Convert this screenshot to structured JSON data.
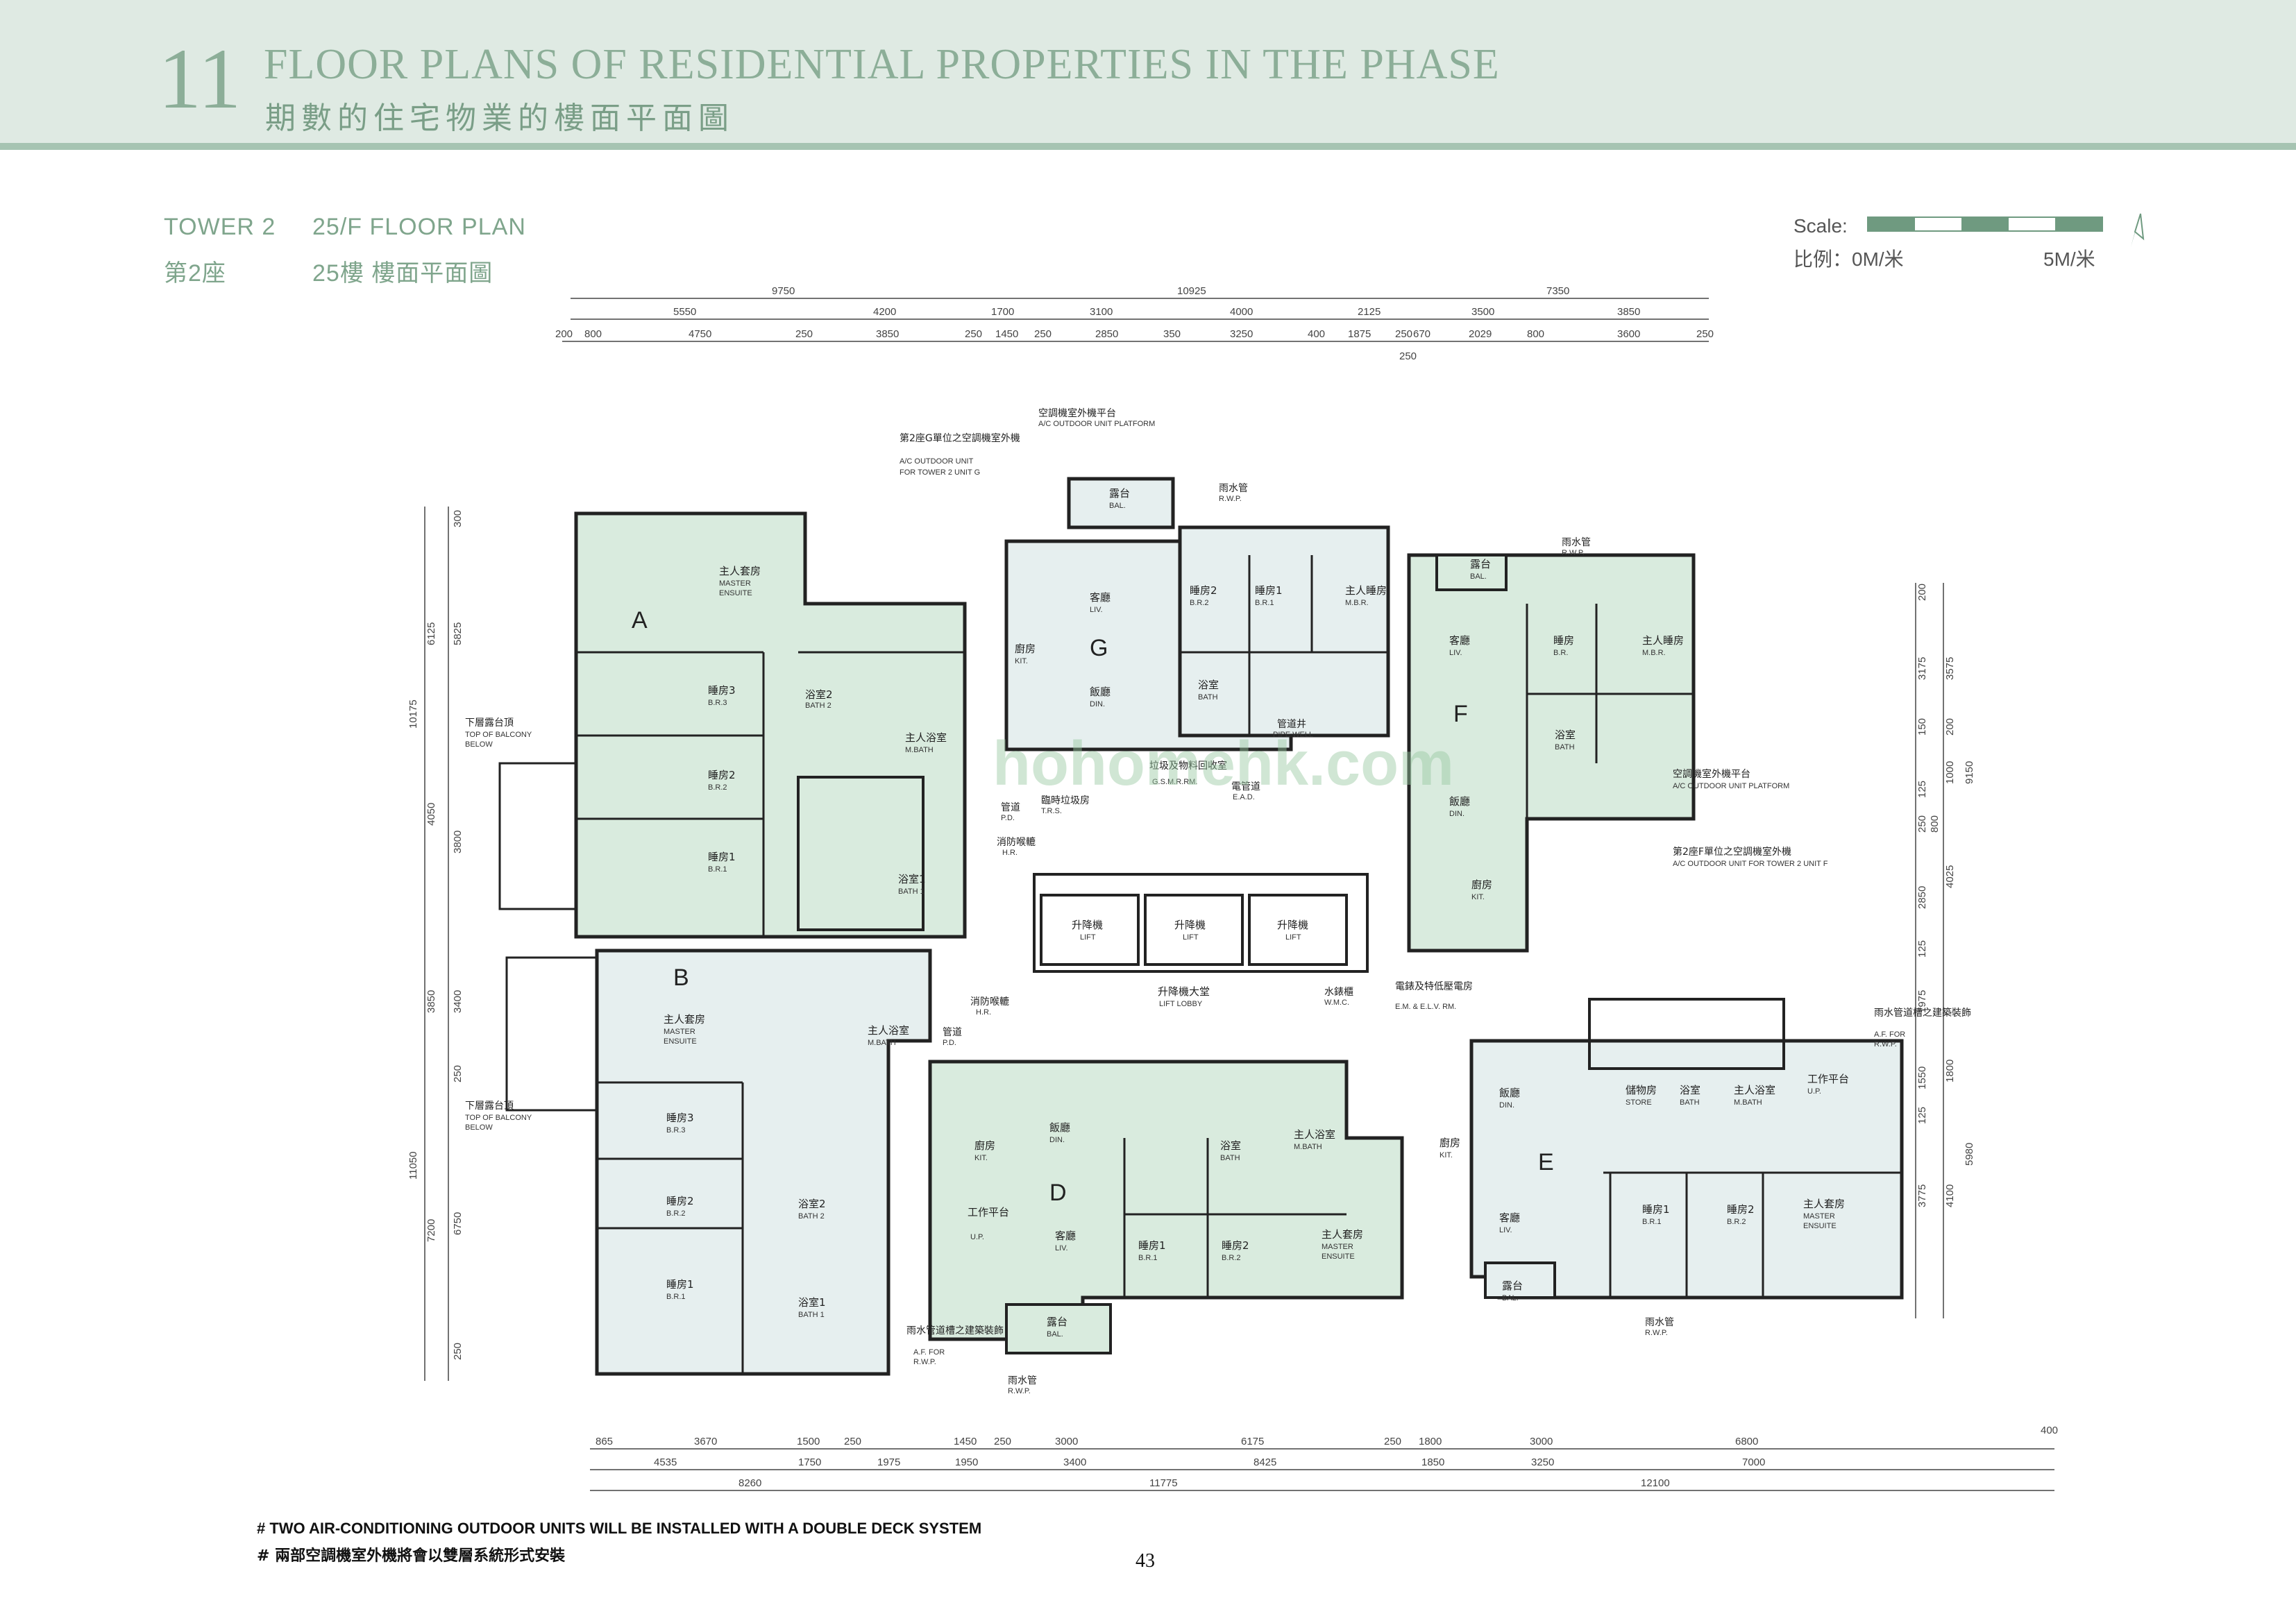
{
  "header": {
    "section_number": "11",
    "title_en": "FLOOR PLANS OF RESIDENTIAL PROPERTIES IN THE PHASE",
    "title_zh": "期數的住宅物業的樓面平面圖"
  },
  "plan_title": {
    "tower_en": "TOWER 2",
    "floor_en": "25/F FLOOR PLAN",
    "tower_zh": "第2座",
    "floor_zh": "25樓 樓面平面圖"
  },
  "scale": {
    "label_en": "Scale:",
    "label_zh": "比例：0M/米",
    "end_label": "5M/米"
  },
  "top_dimensions": {
    "row1": [
      "9750",
      "10925",
      "7350"
    ],
    "row2": [
      "5550",
      "4200",
      "1700",
      "3100",
      "4000",
      "2125",
      "3500",
      "3850"
    ],
    "row3": [
      "200",
      "800",
      "4750",
      "250",
      "3850",
      "250",
      "1450",
      "250",
      "2850",
      "350",
      "3250",
      "400",
      "1875",
      "250",
      "670",
      "2029",
      "800",
      "3600",
      "250"
    ],
    "extra": "250"
  },
  "bottom_dimensions": {
    "row1": [
      "865",
      "3670",
      "1500",
      "250",
      "1450",
      "250",
      "3000",
      "6175",
      "250",
      "1800",
      "3000",
      "6800",
      "400"
    ],
    "row2": [
      "4535",
      "1750",
      "1975",
      "1950",
      "3400",
      "8425",
      "1850",
      "3250",
      "7000"
    ],
    "row3": [
      "8260",
      "11775",
      "12100"
    ]
  },
  "left_dimensions": [
    "300",
    "6125",
    "5825",
    "10175",
    "4050",
    "3800",
    "3850",
    "3400",
    "250",
    "11050",
    "7200",
    "6750",
    "250"
  ],
  "right_dimensions": [
    "200",
    "3175",
    "3575",
    "150",
    "200",
    "125",
    "1000",
    "9150",
    "250",
    "800",
    "4025",
    "2850",
    "125",
    "1975",
    "1800",
    "1550",
    "125",
    "5980",
    "3775",
    "4100"
  ],
  "units": [
    {
      "id": "A",
      "label": "A"
    },
    {
      "id": "B",
      "label": "B"
    },
    {
      "id": "D",
      "label": "D"
    },
    {
      "id": "E",
      "label": "E"
    },
    {
      "id": "F",
      "label": "F"
    },
    {
      "id": "G",
      "label": "G"
    }
  ],
  "rooms": {
    "a_master": {
      "zh": "主人套房",
      "en1": "MASTER",
      "en2": "ENSUITE"
    },
    "a_br3": {
      "zh": "睡房3",
      "en1": "B.R.3"
    },
    "a_br2": {
      "zh": "睡房2",
      "en1": "B.R.2"
    },
    "a_br1": {
      "zh": "睡房1",
      "en1": "B.R.1"
    },
    "a_bath2": {
      "zh": "浴室2",
      "en1": "BATH 2"
    },
    "a_mbath": {
      "zh": "主人浴室",
      "en1": "M.BATH"
    },
    "a_bath1": {
      "zh": "浴室1",
      "en1": "BATH 1"
    },
    "b_master": {
      "zh": "主人套房",
      "en1": "MASTER",
      "en2": "ENSUITE"
    },
    "b_br3": {
      "zh": "睡房3",
      "en1": "B.R.3"
    },
    "b_br2": {
      "zh": "睡房2",
      "en1": "B.R.2"
    },
    "b_br1": {
      "zh": "睡房1",
      "en1": "B.R.1"
    },
    "b_bath2": {
      "zh": "浴室2",
      "en1": "BATH 2"
    },
    "b_bath1": {
      "zh": "浴室1",
      "en1": "BATH 1"
    },
    "b_mbath": {
      "zh": "主人浴室",
      "en1": "M.BATH"
    },
    "g_liv": {
      "zh": "客廳",
      "en1": "LIV."
    },
    "g_din": {
      "zh": "飯廳",
      "en1": "DIN."
    },
    "g_kit": {
      "zh": "廚房",
      "en1": "KIT."
    },
    "g_bal": {
      "zh": "露台",
      "en1": "BAL."
    },
    "g_br2": {
      "zh": "睡房2",
      "en1": "B.R.2"
    },
    "g_br1": {
      "zh": "睡房1",
      "en1": "B.R.1"
    },
    "g_mbr": {
      "zh": "主人睡房",
      "en1": "M.B.R."
    },
    "g_bath": {
      "zh": "浴室",
      "en1": "BATH"
    },
    "f_liv": {
      "zh": "客廳",
      "en1": "LIV."
    },
    "f_din": {
      "zh": "飯廳",
      "en1": "DIN."
    },
    "f_kit": {
      "zh": "廚房",
      "en1": "KIT."
    },
    "f_bal": {
      "zh": "露台",
      "en1": "BAL."
    },
    "f_br": {
      "zh": "睡房",
      "en1": "B.R."
    },
    "f_mbr": {
      "zh": "主人睡房",
      "en1": "M.B.R."
    },
    "f_bath": {
      "zh": "浴室",
      "en1": "BATH"
    },
    "d_din": {
      "zh": "飯廳",
      "en1": "DIN."
    },
    "d_kit": {
      "zh": "廚房",
      "en1": "KIT."
    },
    "d_liv": {
      "zh": "客廳",
      "en1": "LIV."
    },
    "d_br1": {
      "zh": "睡房1",
      "en1": "B.R.1"
    },
    "d_br2": {
      "zh": "睡房2",
      "en1": "B.R.2"
    },
    "d_master": {
      "zh": "主人套房",
      "en1": "MASTER",
      "en2": "ENSUITE"
    },
    "d_mbath": {
      "zh": "主人浴室",
      "en1": "M.BATH"
    },
    "d_bath": {
      "zh": "浴室",
      "en1": "BATH"
    },
    "d_bal": {
      "zh": "露台",
      "en1": "BAL."
    },
    "d_up": {
      "zh": "工作平台",
      "en1": "U.P."
    },
    "e_din": {
      "zh": "飯廳",
      "en1": "DIN."
    },
    "e_liv": {
      "zh": "客廳",
      "en1": "LIV."
    },
    "e_kit": {
      "zh": "廚房",
      "en1": "KIT."
    },
    "e_store": {
      "zh": "儲物房",
      "en1": "STORE"
    },
    "e_bath": {
      "zh": "浴室",
      "en1": "BATH"
    },
    "e_mbath": {
      "zh": "主人浴室",
      "en1": "M.BATH"
    },
    "e_up": {
      "zh": "工作平台",
      "en1": "U.P."
    },
    "e_br1": {
      "zh": "睡房1",
      "en1": "B.R.1"
    },
    "e_br2": {
      "zh": "睡房2",
      "en1": "B.R.2"
    },
    "e_master": {
      "zh": "主人套房",
      "en1": "MASTER",
      "en2": "ENSUITE"
    },
    "e_bal": {
      "zh": "露台",
      "en1": "BAL."
    }
  },
  "core": {
    "lift": {
      "zh": "升降機",
      "en": "LIFT"
    },
    "lift_lobby": {
      "zh": "升降機大堂",
      "en": "LIFT LOBBY"
    },
    "trs": {
      "zh": "臨時垃圾房",
      "en": "T.R.S."
    },
    "hr": {
      "zh": "消防喉轆",
      "en": "H.R."
    },
    "pd": {
      "zh": "管道",
      "en": "P.D."
    },
    "pipe_well": {
      "zh": "管道井",
      "en": "PIPE WELL"
    },
    "wmc": {
      "zh": "水錶櫃",
      "en": "W.M.C."
    },
    "elv": {
      "zh": "電錶及特低壓電房",
      "en": "E.M. & E.L.V. RM."
    },
    "gsmr": {
      "zh": "垃圾及物料回收室",
      "en": "G.S.M.R.RM."
    },
    "ead": {
      "zh": "電管道",
      "en": "E.A.D."
    }
  },
  "annotations": {
    "ac_g_zh": "第2座G單位之空調機室外機",
    "ac_g_en1": "A/C OUTDOOR UNIT",
    "ac_g_en2": "FOR TOWER 2 UNIT G",
    "ac_platform_zh": "空調機室外機平台",
    "ac_platform_en": "A/C OUTDOOR UNIT PLATFORM",
    "rwp_zh": "雨水管",
    "rwp_en": "R.W.P.",
    "top_balcony_zh": "下層露台頂",
    "top_balcony_en1": "TOP OF BALCONY",
    "top_balcony_en2": "BELOW",
    "ac_f_zh": "第2座F單位之空調機室外機",
    "ac_f_en": "A/C OUTDOOR UNIT FOR TOWER 2 UNIT F",
    "afrwp_zh": "雨水管道槽之建築裝飾",
    "afrwp_en1": "A.F. FOR",
    "afrwp_en2": "R.W.P."
  },
  "notes": {
    "en": "# TWO AIR-CONDITIONING OUTDOOR UNITS WILL BE INSTALLED WITH A DOUBLE DECK SYSTEM",
    "zh": "# 兩部空調機室外機將會以雙層系統形式安裝"
  },
  "watermark": "hohomehk.com",
  "page_number": "43",
  "colors": {
    "header_bg": "#dfeae3",
    "header_rule": "#a6c4b2",
    "accent": "#7fa58c",
    "unit_fill": "#d9ebde",
    "unit_fill_alt": "#e6efef",
    "wall": "#222222",
    "dimension": "#e39a52"
  }
}
